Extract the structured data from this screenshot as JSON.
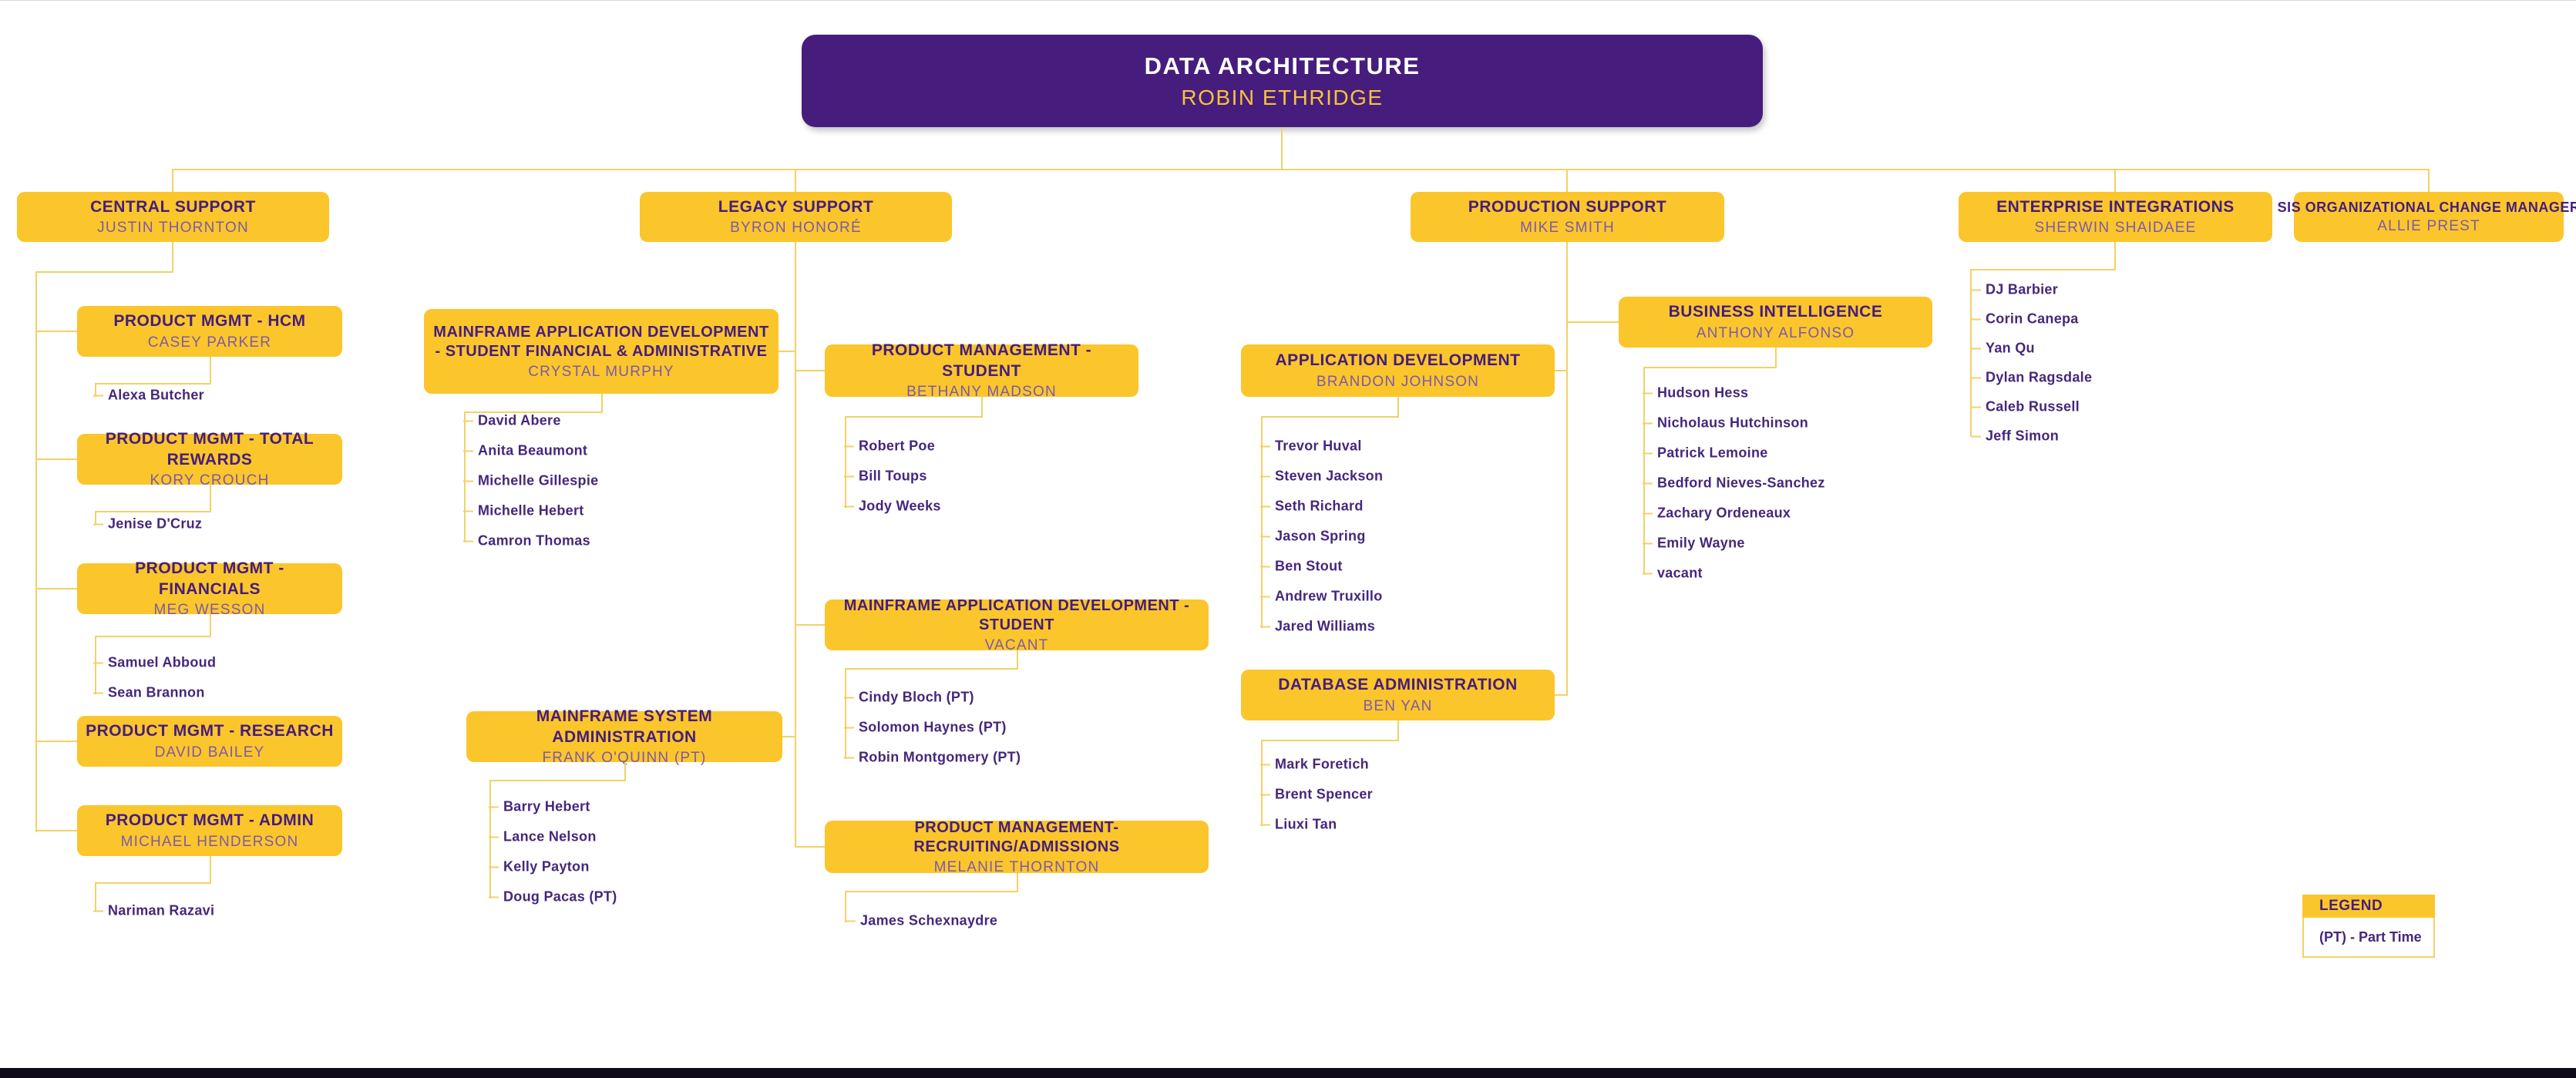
{
  "org": {
    "root": {
      "title": "DATA ARCHITECTURE",
      "name": "ROBIN ETHRIDGE"
    },
    "l2": {
      "central": {
        "title": "CENTRAL SUPPORT",
        "name": "JUSTIN THORNTON"
      },
      "legacy": {
        "title": "LEGACY SUPPORT",
        "name": "BYRON HONORÉ"
      },
      "production": {
        "title": "PRODUCTION SUPPORT",
        "name": "MIKE SMITH"
      },
      "enterprise": {
        "title": "ENTERPRISE INTEGRATIONS",
        "name": "SHERWIN SHAIDAEE",
        "members": [
          "DJ Barbier",
          "Corin Canepa",
          "Yan Qu",
          "Dylan Ragsdale",
          "Caleb Russell",
          "Jeff Simon"
        ]
      },
      "sis": {
        "title": "SIS ORGANIZATIONAL CHANGE MANAGER",
        "name": "ALLIE PREST"
      }
    },
    "teams": {
      "hcm": {
        "title": "PRODUCT MGMT - HCM",
        "name": "CASEY PARKER",
        "members": [
          "Alexa Butcher"
        ]
      },
      "total_rewards": {
        "title": "PRODUCT MGMT - TOTAL REWARDS",
        "name": "KORY CROUCH",
        "members": [
          "Jenise D'Cruz"
        ]
      },
      "financials": {
        "title": "PRODUCT MGMT - FINANCIALS",
        "name": "MEG WESSON",
        "members": [
          "Samuel Abboud",
          "Sean Brannon"
        ]
      },
      "research": {
        "title": "PRODUCT MGMT - RESEARCH",
        "name": "DAVID BAILEY"
      },
      "admin": {
        "title": "PRODUCT MGMT - ADMIN",
        "name": "MICHAEL HENDERSON",
        "members": [
          "Nariman Razavi"
        ]
      },
      "mad_sfa": {
        "title": "MAINFRAME APPLICATION  DEVELOPMENT - STUDENT FINANCIAL & ADMINISTRATIVE",
        "name": "CRYSTAL MURPHY",
        "members": [
          "David Abere",
          "Anita Beaumont",
          "Michelle Gillespie",
          "Michelle Hebert",
          "Camron Thomas"
        ]
      },
      "pm_student": {
        "title": "PRODUCT MANAGEMENT - STUDENT",
        "name": "BETHANY MADSON",
        "members": [
          "Robert Poe",
          "Bill Toups",
          "Jody Weeks"
        ]
      },
      "mad_student": {
        "title": "MAINFRAME APPLICATION DEVELOPMENT - STUDENT",
        "name": "VACANT",
        "members": [
          "Cindy Bloch (PT)",
          "Solomon Haynes (PT)",
          "Robin Montgomery (PT)"
        ]
      },
      "msa": {
        "title": "MAINFRAME SYSTEM ADMINISTRATION",
        "name": "FRANK O'QUINN (PT)",
        "members": [
          "Barry Hebert",
          "Lance Nelson",
          "Kelly Payton",
          "Doug Pacas (PT)"
        ]
      },
      "pm_recruiting": {
        "title": "PRODUCT MANAGEMENT- RECRUITING/ADMISSIONS",
        "name": "MELANIE THORNTON",
        "members": [
          "James Schexnaydre"
        ]
      },
      "appdev": {
        "title": "APPLICATION DEVELOPMENT",
        "name": "BRANDON JOHNSON",
        "members": [
          "Trevor Huval",
          "Steven Jackson",
          "Seth Richard",
          "Jason Spring",
          "Ben Stout",
          "Andrew Truxillo",
          "Jared Williams"
        ]
      },
      "bi": {
        "title": "BUSINESS INTELLIGENCE",
        "name": "ANTHONY ALFONSO",
        "members": [
          "Hudson Hess",
          "Nicholaus Hutchinson",
          "Patrick Lemoine",
          "Bedford Nieves-Sanchez",
          "Zachary Ordeneaux",
          "Emily Wayne",
          "vacant"
        ]
      },
      "dba": {
        "title": "DATABASE ADMINISTRATION",
        "name": "BEN YAN",
        "members": [
          "Mark Foretich",
          "Brent Spencer",
          "Liuxi Tan"
        ]
      }
    },
    "legend": {
      "title": "LEGEND",
      "entry": "(PT) - Part Time"
    }
  },
  "colors": {
    "purple": "#461d7c",
    "gold": "#fbc62b",
    "line": "#f3d167",
    "member_text": "#45277b",
    "subtitle": "#7e59a8"
  }
}
